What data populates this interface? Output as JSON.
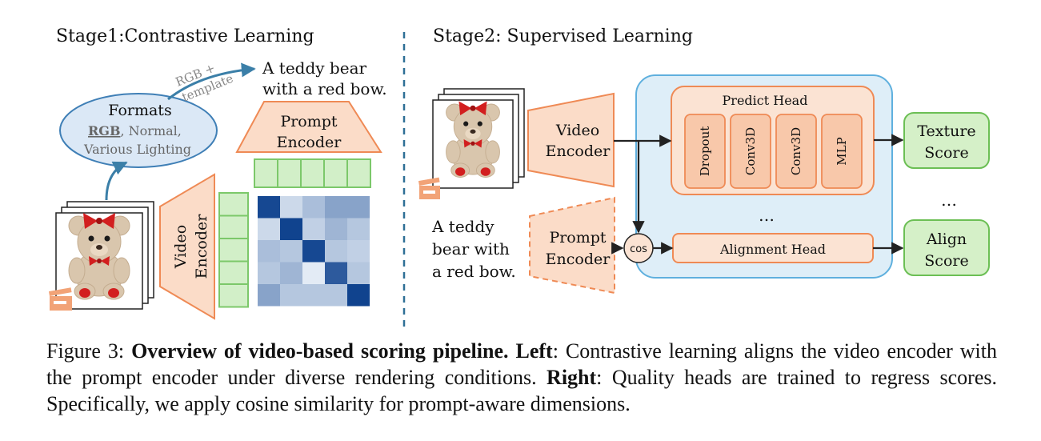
{
  "stage1": {
    "title": "Stage1:Contrastive Learning",
    "formats_title": "Formats",
    "formats_rgb": "RGB",
    "formats_line1_rest": ",  Normal,",
    "formats_line2": "Various Lighting",
    "arrow_label_1": "RGB +",
    "arrow_label_2": "template",
    "prompt_text": [
      "A teddy bear",
      "with a red bow."
    ],
    "prompt_encoder": [
      "Prompt",
      "Encoder"
    ],
    "video_encoder": [
      "Video",
      "Encoder"
    ],
    "similarity_matrix": [
      [
        0.95,
        0.15,
        0.3,
        0.45,
        0.45
      ],
      [
        0.15,
        0.98,
        0.2,
        0.35,
        0.25
      ],
      [
        0.3,
        0.25,
        0.95,
        0.25,
        0.2
      ],
      [
        0.25,
        0.35,
        0.05,
        0.85,
        0.25
      ],
      [
        0.45,
        0.25,
        0.25,
        0.25,
        0.98
      ]
    ]
  },
  "stage2": {
    "title": "Stage2: Supervised Learning",
    "video_encoder": [
      "Video",
      "Encoder"
    ],
    "prompt_encoder": [
      "Prompt",
      "Encoder"
    ],
    "prompt_text": [
      "A teddy",
      "bear with",
      "a red bow."
    ],
    "predict_head": "Predict Head",
    "layers": [
      "Dropout",
      "Conv3D",
      "Conv3D",
      "MLP"
    ],
    "ellipsis": "…",
    "cos": "cos",
    "alignment_head": "Alignment Head",
    "texture_score": [
      "Texture",
      "Score"
    ],
    "align_score": [
      "Align",
      "Score"
    ],
    "outputs_ellipsis": "…"
  },
  "caption": {
    "label": "Figure 3: ",
    "bold_title": "Overview of video-based scoring pipeline.",
    "left_label": "Left",
    "left_text": ": Contrastive learning aligns the video encoder with the prompt encoder under diverse rendering conditions. ",
    "right_label": "Right",
    "right_text": ": Quality heads are trained to regress scores. Specifically, we apply cosine similarity for prompt-aware dimensions."
  },
  "colors": {
    "encoder_fill": "#fbdcc8",
    "encoder_stroke": "#ef8a55",
    "embed_fill": "#d2efc8",
    "embed_stroke": "#7cc86a",
    "formats_fill": "#dbe8f6",
    "formats_stroke": "#3f7fb6",
    "panel_fill": "#deeef8",
    "panel_stroke": "#5fb0de",
    "head_fill": "#fbe3d3",
    "layer_fill": "#f8c8aa",
    "score_fill": "#d5f0c8",
    "score_stroke": "#6cbf55",
    "divider": "#2e6f96",
    "heat_dark": "#0b3f8c"
  }
}
